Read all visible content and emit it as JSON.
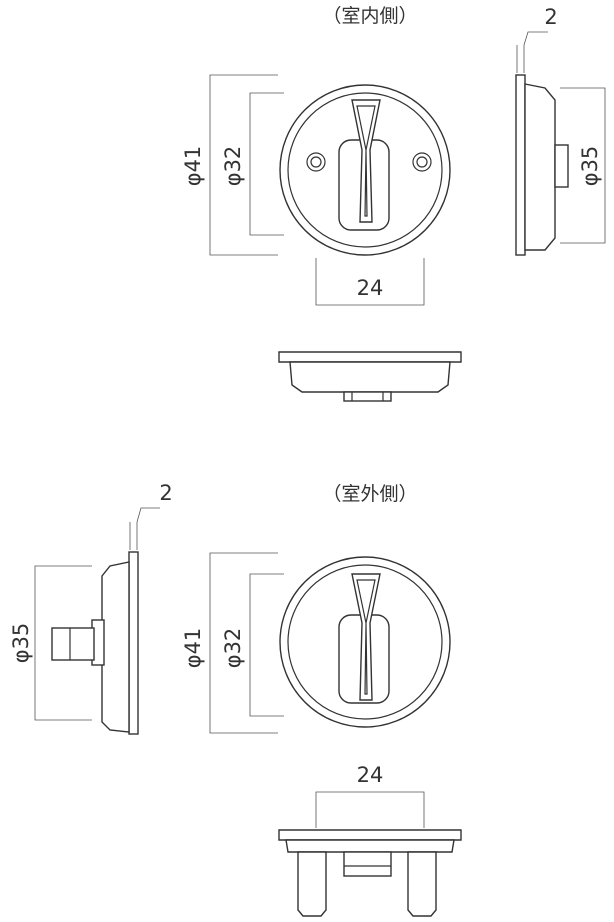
{
  "titles": {
    "indoor": "（室内側）",
    "outdoor": "（室外側）"
  },
  "indoor": {
    "front": {
      "outer_dia": "φ41",
      "inner_dia": "φ32",
      "width": "24"
    },
    "side": {
      "thickness": "2",
      "dia": "φ35"
    }
  },
  "outdoor": {
    "front": {
      "outer_dia": "φ41",
      "inner_dia": "φ32"
    },
    "side": {
      "thickness": "2",
      "dia": "φ35"
    },
    "bottom": {
      "width": "24"
    }
  },
  "colors": {
    "line": "#333333",
    "background": "#ffffff"
  }
}
